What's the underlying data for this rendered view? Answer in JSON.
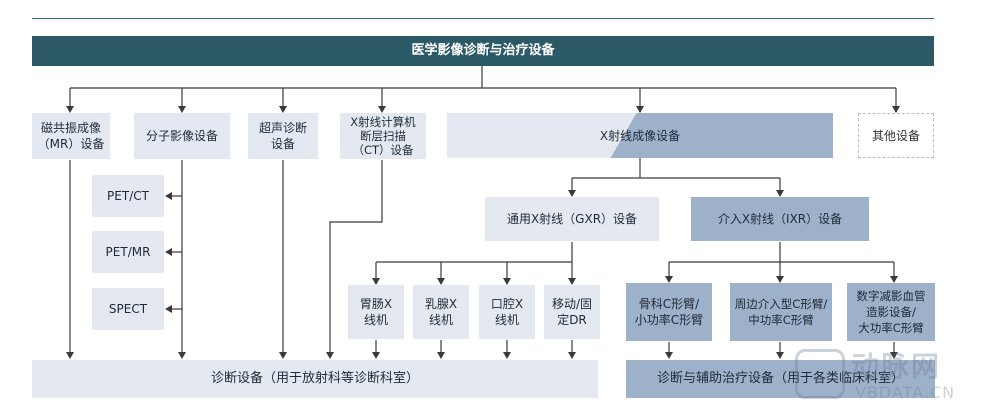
{
  "header": {
    "title": "医学影像诊断与治疗设备"
  },
  "categories": {
    "mr": "磁共振成像\n（MR）设备",
    "molecular": "分子影像设备",
    "ultrasound": "超声诊断\n设备",
    "ct": "X射线计算机\n断层扫描\n（CT）设备",
    "xray": "X射线成像设备",
    "other": "其他设备"
  },
  "molecular_items": [
    "PET/CT",
    "PET/MR",
    "SPECT"
  ],
  "xray_sub": {
    "general": "通用X射线（GXR）设备",
    "interventional": "介入X射线（IXR）设备"
  },
  "general_items": [
    "胃肠X\n线机",
    "乳腺X\n线机",
    "口腔X\n线机",
    "移动/固\n定DR"
  ],
  "interventional_items": [
    "骨科C形臂/\n小功率C形臂",
    "周边介入型C形臂/\n中功率C形臂",
    "数字减影血管\n造影设备/\n大功率C形臂"
  ],
  "bottom": {
    "diagnosis": "诊断设备（用于放射科等诊断科室）",
    "therapy": "诊断与辅助治疗设备（用于各类临床科室）"
  },
  "watermark": {
    "cn": "动脉网",
    "en": "VBDATA.CN"
  },
  "colors": {
    "dark": "#2c5966",
    "light": "#e4e9f1",
    "mid": "#9eb1cb",
    "line": "#3a3a3a"
  }
}
